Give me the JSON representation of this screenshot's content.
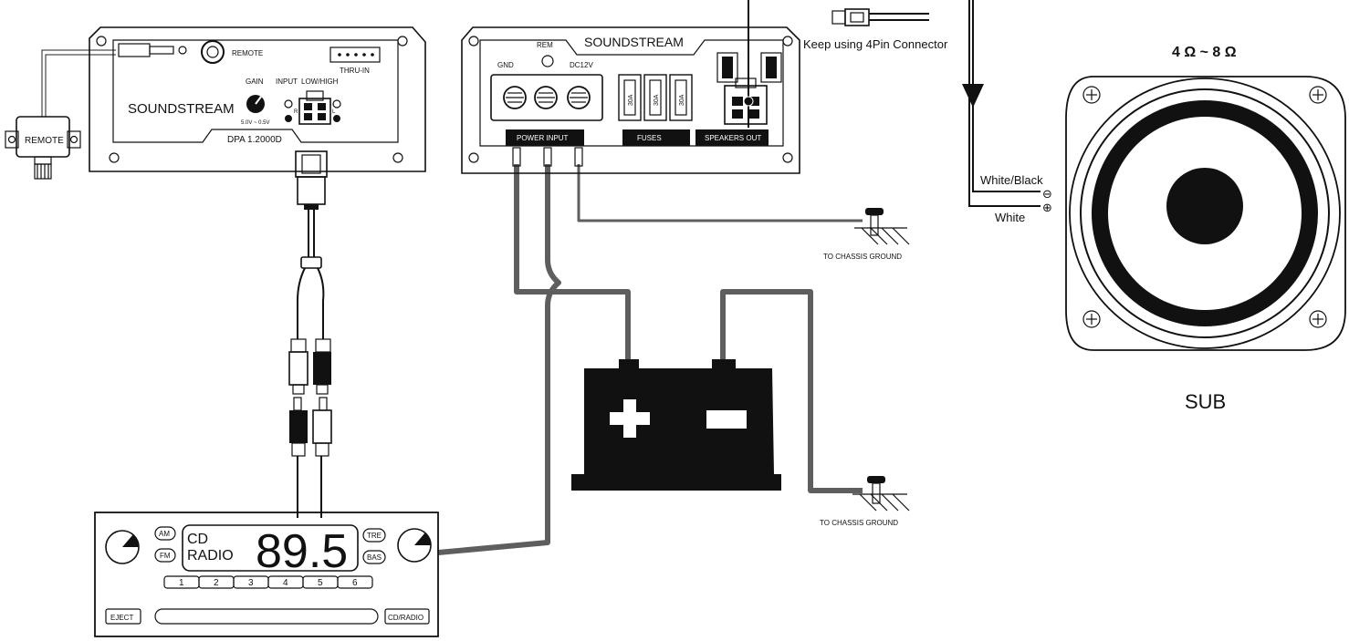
{
  "amp_left": {
    "brand": "SOUNDSTREAM",
    "model": "DPA 1.2000D",
    "remote_jack_label": "REMOTE",
    "gain_label": "GAIN",
    "gain_range": "5.0V ~ 0.5V",
    "input_label": "INPUT",
    "lowhigh_label": "LOW/HIGH",
    "thru_label": "THRU-IN",
    "r_label": "R",
    "l_label": "L"
  },
  "remote_box": {
    "label": "REMOTE"
  },
  "amp_right": {
    "brand": "SOUNDSTREAM",
    "rem_label": "REM",
    "gnd_label": "GND",
    "dc_label": "DC12V",
    "fuse_rating": "30A",
    "power_input_label": "POWER INPUT",
    "fuses_label": "FUSES",
    "speakers_out_label": "SPEAKERS OUT"
  },
  "connector_note": "Keep using 4Pin Connector",
  "ground_labels": {
    "top": "TO CHASSIS GROUND",
    "bottom": "TO CHASSIS GROUND"
  },
  "speaker": {
    "impedance": "4 Ω ~ 8 Ω",
    "neg_wire_label": "White/Black",
    "pos_wire_label": "White",
    "neg_symbol": "⊖",
    "pos_symbol": "⊕",
    "caption": "SUB"
  },
  "battery": {
    "pos_symbol": "+",
    "neg_symbol": "−"
  },
  "head_unit": {
    "am": "AM",
    "fm": "FM",
    "cd": "CD",
    "radio": "RADIO",
    "frequency": "89.5",
    "tre": "TRE",
    "bas": "BAS",
    "presets": [
      "1",
      "2",
      "3",
      "4",
      "5",
      "6"
    ],
    "eject": "EJECT",
    "cdradio": "CD/RADIO"
  }
}
